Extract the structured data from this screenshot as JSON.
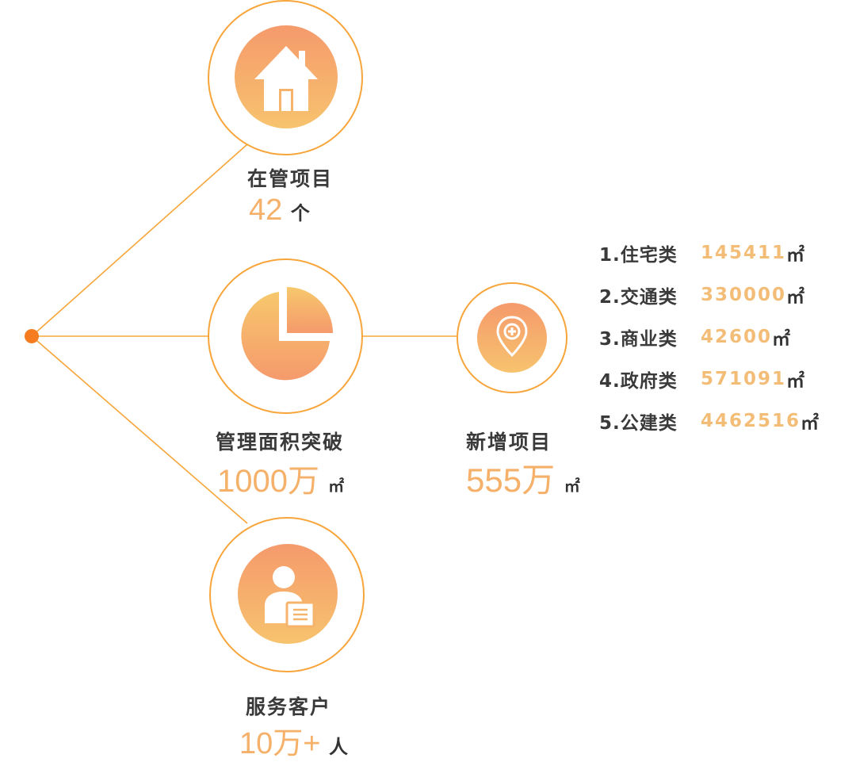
{
  "nodes": {
    "projects": {
      "label": "在管项目",
      "value": "42",
      "unit": "个",
      "icon": "house-icon"
    },
    "area": {
      "label": "管理面积突破",
      "value": "1000万",
      "unit": "㎡",
      "icon": "pie-chart-icon"
    },
    "new_projects": {
      "label": "新增项目",
      "value": "555万",
      "unit": "㎡",
      "icon": "location-pin-icon"
    },
    "customers": {
      "label": "服务客户",
      "value": "10万+",
      "unit": "人",
      "icon": "user-document-icon"
    }
  },
  "breakdown": [
    {
      "name": "1.住宅类",
      "value": "145411",
      "unit": "㎡"
    },
    {
      "name": "2.交通类",
      "value": "330000",
      "unit": "㎡"
    },
    {
      "name": "3.商业类",
      "value": "42600",
      "unit": "㎡"
    },
    {
      "name": "4.政府类",
      "value": "571091",
      "unit": "㎡"
    },
    {
      "name": "5.公建类",
      "value": "4462516",
      "unit": "㎡"
    }
  ],
  "colors": {
    "line": "#f7a53a",
    "accent_text": "#f5b06a",
    "dot": "#f57c1f",
    "gradient_top": "#f59a6c",
    "gradient_bottom": "#f7c36e"
  }
}
